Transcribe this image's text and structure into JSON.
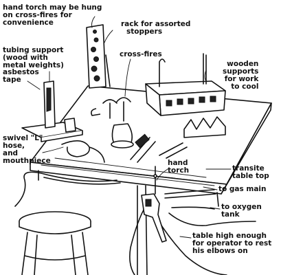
{
  "labels": {
    "hand_torch_hung": [
      "hand torch may be hung",
      "on cross-fires for",
      "convenience"
    ],
    "rack_stoppers": [
      "rack for assorted",
      "stoppers"
    ],
    "tubing_support": [
      "tubing support",
      "(wood with",
      "metal weights)"
    ],
    "cross_fires": [
      "cross-fires"
    ],
    "wooden_supports": [
      "wooden",
      "supports",
      "for work",
      "to cool"
    ],
    "asbestos_tape": [
      "asbestos",
      "tape"
    ],
    "swivel_hose": [
      "swivel \"L\"",
      "hose,",
      "and",
      "mouthpiece"
    ],
    "hand_torch": [
      "hand",
      "torch"
    ],
    "transite": [
      "transite",
      "table top"
    ],
    "gas_main": [
      "to gas main"
    ],
    "oxygen_tank": [
      "to oxygen",
      "tank"
    ],
    "table_high": [
      "table high enough",
      "for operator to rest",
      "his elbows on"
    ]
  }
}
